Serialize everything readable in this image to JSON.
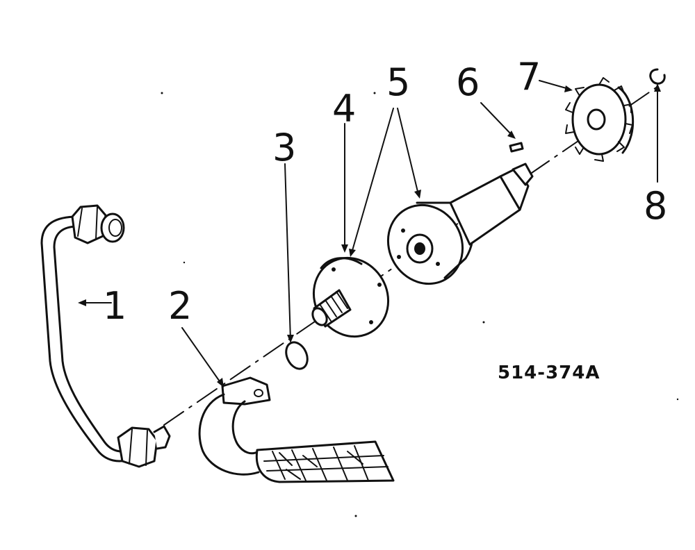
{
  "diagram": {
    "reference_code": "514-374A",
    "callouts": [
      "1",
      "2",
      "3",
      "4",
      "5",
      "6",
      "7",
      "8"
    ],
    "parts": [
      {
        "id": "1",
        "icon": "oil-tube-icon"
      },
      {
        "id": "2",
        "icon": "suction-pipe-with-screen-icon"
      },
      {
        "id": "3",
        "icon": "o-ring-icon"
      },
      {
        "id": "4",
        "icon": "pump-cover-icon"
      },
      {
        "id": "5",
        "icon": "pump-body-icon"
      },
      {
        "id": "6",
        "icon": "woodruff-key-icon"
      },
      {
        "id": "7",
        "icon": "drive-gear-icon"
      },
      {
        "id": "8",
        "icon": "snap-ring-icon"
      }
    ],
    "ink_color": "#111111",
    "background_color": "#ffffff"
  }
}
